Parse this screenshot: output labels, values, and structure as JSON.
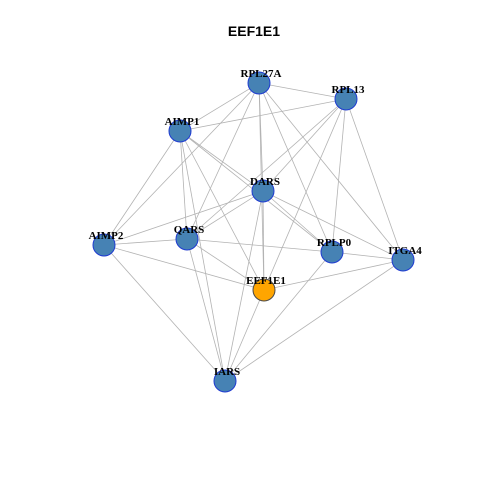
{
  "title": "EEF1E1",
  "colors": {
    "node_fill": "#4682b4",
    "node_stroke": "#1f3bd1",
    "focus_fill": "#ffa500",
    "edge": "#b3b3b3"
  },
  "focus": "EEF1E1",
  "nodes": [
    "RPL27A",
    "RPL13",
    "AIMP1",
    "DARS",
    "AIMP2",
    "QARS",
    "RPLP0",
    "ITGA4",
    "EEF1E1",
    "IARS"
  ],
  "edges": [
    [
      "RPL27A",
      "RPL13"
    ],
    [
      "RPL27A",
      "AIMP1"
    ],
    [
      "RPL27A",
      "DARS"
    ],
    [
      "RPL27A",
      "AIMP2"
    ],
    [
      "RPL27A",
      "QARS"
    ],
    [
      "RPL27A",
      "RPLP0"
    ],
    [
      "RPL27A",
      "ITGA4"
    ],
    [
      "RPL27A",
      "EEF1E1"
    ],
    [
      "RPL13",
      "AIMP1"
    ],
    [
      "RPL13",
      "DARS"
    ],
    [
      "RPL13",
      "QARS"
    ],
    [
      "RPL13",
      "RPLP0"
    ],
    [
      "RPL13",
      "ITGA4"
    ],
    [
      "RPL13",
      "EEF1E1"
    ],
    [
      "AIMP1",
      "DARS"
    ],
    [
      "AIMP1",
      "AIMP2"
    ],
    [
      "AIMP1",
      "QARS"
    ],
    [
      "AIMP1",
      "RPLP0"
    ],
    [
      "AIMP1",
      "EEF1E1"
    ],
    [
      "AIMP1",
      "IARS"
    ],
    [
      "DARS",
      "AIMP2"
    ],
    [
      "DARS",
      "QARS"
    ],
    [
      "DARS",
      "RPLP0"
    ],
    [
      "DARS",
      "ITGA4"
    ],
    [
      "DARS",
      "EEF1E1"
    ],
    [
      "DARS",
      "IARS"
    ],
    [
      "AIMP2",
      "QARS"
    ],
    [
      "AIMP2",
      "EEF1E1"
    ],
    [
      "AIMP2",
      "IARS"
    ],
    [
      "QARS",
      "RPLP0"
    ],
    [
      "QARS",
      "EEF1E1"
    ],
    [
      "QARS",
      "IARS"
    ],
    [
      "RPLP0",
      "ITGA4"
    ],
    [
      "RPLP0",
      "IARS"
    ],
    [
      "ITGA4",
      "EEF1E1"
    ],
    [
      "ITGA4",
      "IARS"
    ],
    [
      "EEF1E1",
      "IARS"
    ]
  ]
}
